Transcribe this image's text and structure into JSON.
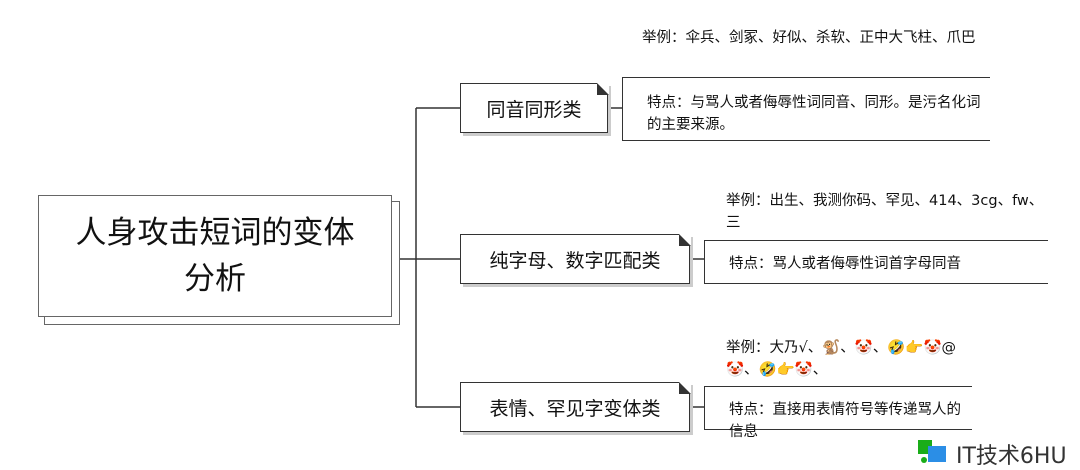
{
  "root": {
    "title": "人身攻击短词的变体分析"
  },
  "branches": [
    {
      "label": "同音同形类",
      "example": "举例：伞兵、剑冢、好似、杀软、正中大飞柱、爪巴",
      "feature": "特点：与骂人或者侮辱性词同音、同形。是污名化词的主要来源。"
    },
    {
      "label": "纯字母、数字匹配类",
      "example": "举例：出生、我测你码、罕见、414、3cg、fw、三",
      "feature": "特点：骂人或者侮辱性词首字母同音"
    },
    {
      "label": "表情、罕见字变体类",
      "example": "举例：大乃√、🐒、🤡、🤣👉🤡@🤡、🤣👉🤡、",
      "feature": "特点：直接用表情符号等传递骂人的信息"
    }
  ],
  "watermark": {
    "text": "IT技术6HU"
  }
}
